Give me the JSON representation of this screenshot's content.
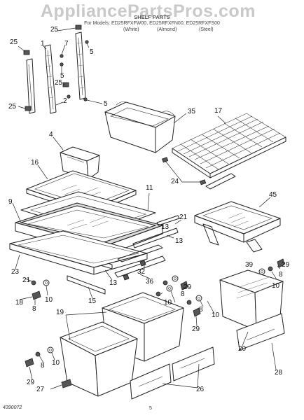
{
  "watermark": "AppliancePartsPros.com",
  "header": {
    "title": "SHELF PARTS",
    "models": "For Models: ED25RFXFW00, ED25RFXFN00, ED25RFXFS00",
    "colors": [
      "(White)",
      "(Almond)",
      "(Steel)"
    ]
  },
  "callouts": [
    {
      "id": "c25a",
      "label": "25"
    },
    {
      "id": "c25b",
      "label": "25"
    },
    {
      "id": "c1",
      "label": "1"
    },
    {
      "id": "c7",
      "label": "7"
    },
    {
      "id": "c5a",
      "label": "5"
    },
    {
      "id": "c5b",
      "label": "5"
    },
    {
      "id": "c25c",
      "label": "25"
    },
    {
      "id": "c25d",
      "label": "25"
    },
    {
      "id": "c2",
      "label": "2"
    },
    {
      "id": "c5c",
      "label": "5"
    },
    {
      "id": "c35",
      "label": "35"
    },
    {
      "id": "c17",
      "label": "17"
    },
    {
      "id": "c4",
      "label": "4"
    },
    {
      "id": "c16",
      "label": "16"
    },
    {
      "id": "c24",
      "label": "24"
    },
    {
      "id": "c11",
      "label": "11"
    },
    {
      "id": "c45",
      "label": "45"
    },
    {
      "id": "c9",
      "label": "9"
    },
    {
      "id": "c21a",
      "label": "21"
    },
    {
      "id": "c13a",
      "label": "13"
    },
    {
      "id": "c13b",
      "label": "13"
    },
    {
      "id": "c23",
      "label": "23"
    },
    {
      "id": "c32",
      "label": "32"
    },
    {
      "id": "c21b",
      "label": "21"
    },
    {
      "id": "c39",
      "label": "39"
    },
    {
      "id": "c29a",
      "label": "29"
    },
    {
      "id": "c8a",
      "label": "8"
    },
    {
      "id": "c10a",
      "label": "10"
    },
    {
      "id": "c36",
      "label": "36"
    },
    {
      "id": "c29b",
      "label": "29"
    },
    {
      "id": "c8b",
      "label": "8"
    },
    {
      "id": "c10b",
      "label": "10"
    },
    {
      "id": "c18",
      "label": "18"
    },
    {
      "id": "c8c",
      "label": "8"
    },
    {
      "id": "c10c",
      "label": "10"
    },
    {
      "id": "c13c",
      "label": "13"
    },
    {
      "id": "c15",
      "label": "15"
    },
    {
      "id": "c10d",
      "label": "10"
    },
    {
      "id": "c8d",
      "label": "8"
    },
    {
      "id": "c19",
      "label": "19"
    },
    {
      "id": "c29c",
      "label": "29"
    },
    {
      "id": "c20",
      "label": "20"
    },
    {
      "id": "c8e",
      "label": "8"
    },
    {
      "id": "c10e",
      "label": "10"
    },
    {
      "id": "c29d",
      "label": "29"
    },
    {
      "id": "c27",
      "label": "27"
    },
    {
      "id": "c26",
      "label": "26"
    },
    {
      "id": "c28",
      "label": "28"
    }
  ],
  "footer": {
    "code": "4390072",
    "page": "5"
  }
}
